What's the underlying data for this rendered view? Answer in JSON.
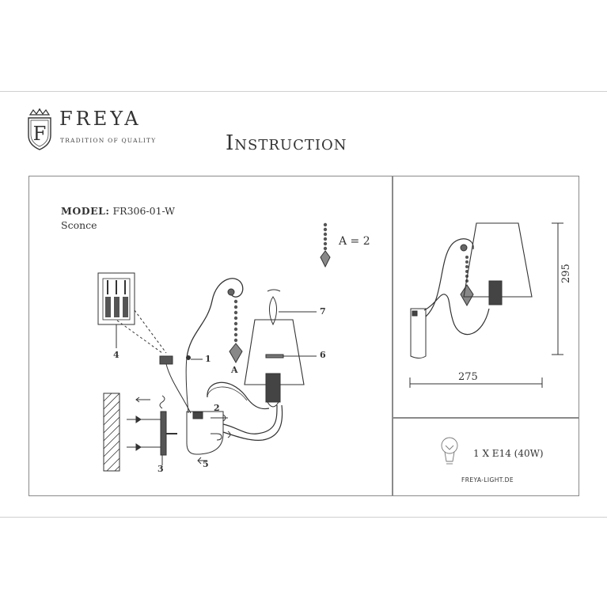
{
  "brand": {
    "name": "FREYA",
    "tagline": "TRADITION OF QUALITY",
    "logo_icon": "crown-shield-f-icon"
  },
  "title": "Instruction",
  "product": {
    "model_label": "MODEL:",
    "model_value": "FR306-01-W",
    "type": "Sconce"
  },
  "parts": {
    "p1": "1",
    "p2": "2",
    "p3": "3",
    "p4": "4",
    "p5": "5",
    "p6": "6",
    "p7": "7",
    "pA": "A"
  },
  "quantity": "A = 2",
  "dimensions": {
    "height": "295",
    "width": "275"
  },
  "bulb": {
    "spec": "1 X E14 (40W)",
    "icon": "lightbulb-icon"
  },
  "website": "FREYA-LIGHT.DE"
}
